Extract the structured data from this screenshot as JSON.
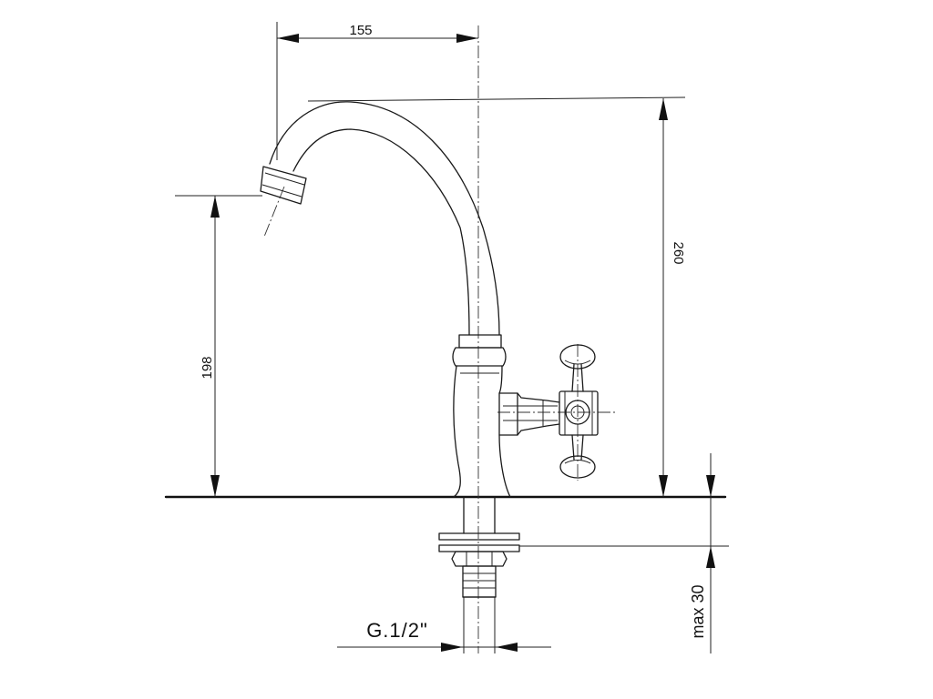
{
  "dimensions": {
    "spout_reach": "155",
    "total_height": "260",
    "outlet_height": "198",
    "max_deck_thickness": "max 30",
    "connection_thread": "G.1/2\""
  }
}
